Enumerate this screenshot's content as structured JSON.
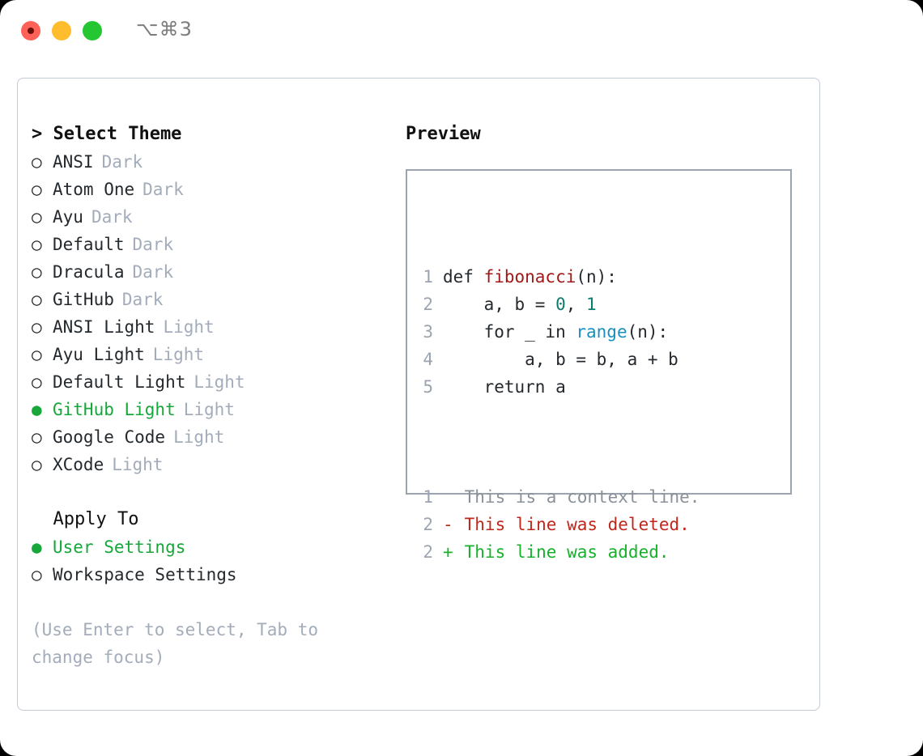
{
  "window": {
    "title": "⌥⌘3",
    "traffic_lights": [
      {
        "name": "close",
        "color": "#ff6159"
      },
      {
        "name": "minimize",
        "color": "#ffbd2e"
      },
      {
        "name": "zoom",
        "color": "#24c732"
      }
    ]
  },
  "theme_picker": {
    "header": "> Select Theme",
    "bullet_unselected": "○",
    "bullet_selected": "●",
    "items": [
      {
        "name": "ANSI",
        "tag": "Dark",
        "selected": false
      },
      {
        "name": "Atom One",
        "tag": "Dark",
        "selected": false
      },
      {
        "name": "Ayu",
        "tag": "Dark",
        "selected": false
      },
      {
        "name": "Default",
        "tag": "Dark",
        "selected": false
      },
      {
        "name": "Dracula",
        "tag": "Dark",
        "selected": false
      },
      {
        "name": "GitHub",
        "tag": "Dark",
        "selected": false
      },
      {
        "name": "ANSI Light",
        "tag": "Light",
        "selected": false
      },
      {
        "name": "Ayu Light",
        "tag": "Light",
        "selected": false
      },
      {
        "name": "Default Light",
        "tag": "Light",
        "selected": false
      },
      {
        "name": "GitHub Light",
        "tag": "Light",
        "selected": true
      },
      {
        "name": "Google Code",
        "tag": "Light",
        "selected": false
      },
      {
        "name": "XCode",
        "tag": "Light",
        "selected": false
      }
    ]
  },
  "apply_to": {
    "header": "  Apply To",
    "items": [
      {
        "name": "User Settings",
        "selected": true
      },
      {
        "name": "Workspace Settings",
        "selected": false
      }
    ]
  },
  "hint": "(Use Enter to select, Tab to change focus)",
  "preview": {
    "header": "Preview",
    "code_lines": [
      {
        "n": "1",
        "segments": [
          {
            "t": "def ",
            "c": "kw"
          },
          {
            "t": "fibonacci",
            "c": "fn"
          },
          {
            "t": "(n):",
            "c": "plain"
          }
        ]
      },
      {
        "n": "2",
        "segments": [
          {
            "t": "    a, b = ",
            "c": "plain"
          },
          {
            "t": "0",
            "c": "num"
          },
          {
            "t": ", ",
            "c": "plain"
          },
          {
            "t": "1",
            "c": "num"
          }
        ]
      },
      {
        "n": "3",
        "segments": [
          {
            "t": "    for _ in ",
            "c": "plain"
          },
          {
            "t": "range",
            "c": "builtin"
          },
          {
            "t": "(n):",
            "c": "plain"
          }
        ]
      },
      {
        "n": "4",
        "segments": [
          {
            "t": "        a, b = b, a + b",
            "c": "plain"
          }
        ]
      },
      {
        "n": "5",
        "segments": [
          {
            "t": "    return a",
            "c": "plain"
          }
        ]
      }
    ],
    "diff_lines": [
      {
        "n": "1",
        "marker": " ",
        "text": "This is a context line.",
        "kind": "ctx"
      },
      {
        "n": "2",
        "marker": "-",
        "text": "This line was deleted.",
        "kind": "del"
      },
      {
        "n": "2",
        "marker": "+",
        "text": "This line was added.",
        "kind": "add"
      }
    ]
  },
  "colors": {
    "accent_green": "#17a73a",
    "muted": "#a3acba",
    "code_text": "#24292e",
    "fn_red": "#a01919",
    "num_teal": "#0b7c70",
    "builtin_blue": "#1a8fc0",
    "diff_del": "#c0271c",
    "diff_add": "#17b12b",
    "border": "#9aa5b1"
  }
}
